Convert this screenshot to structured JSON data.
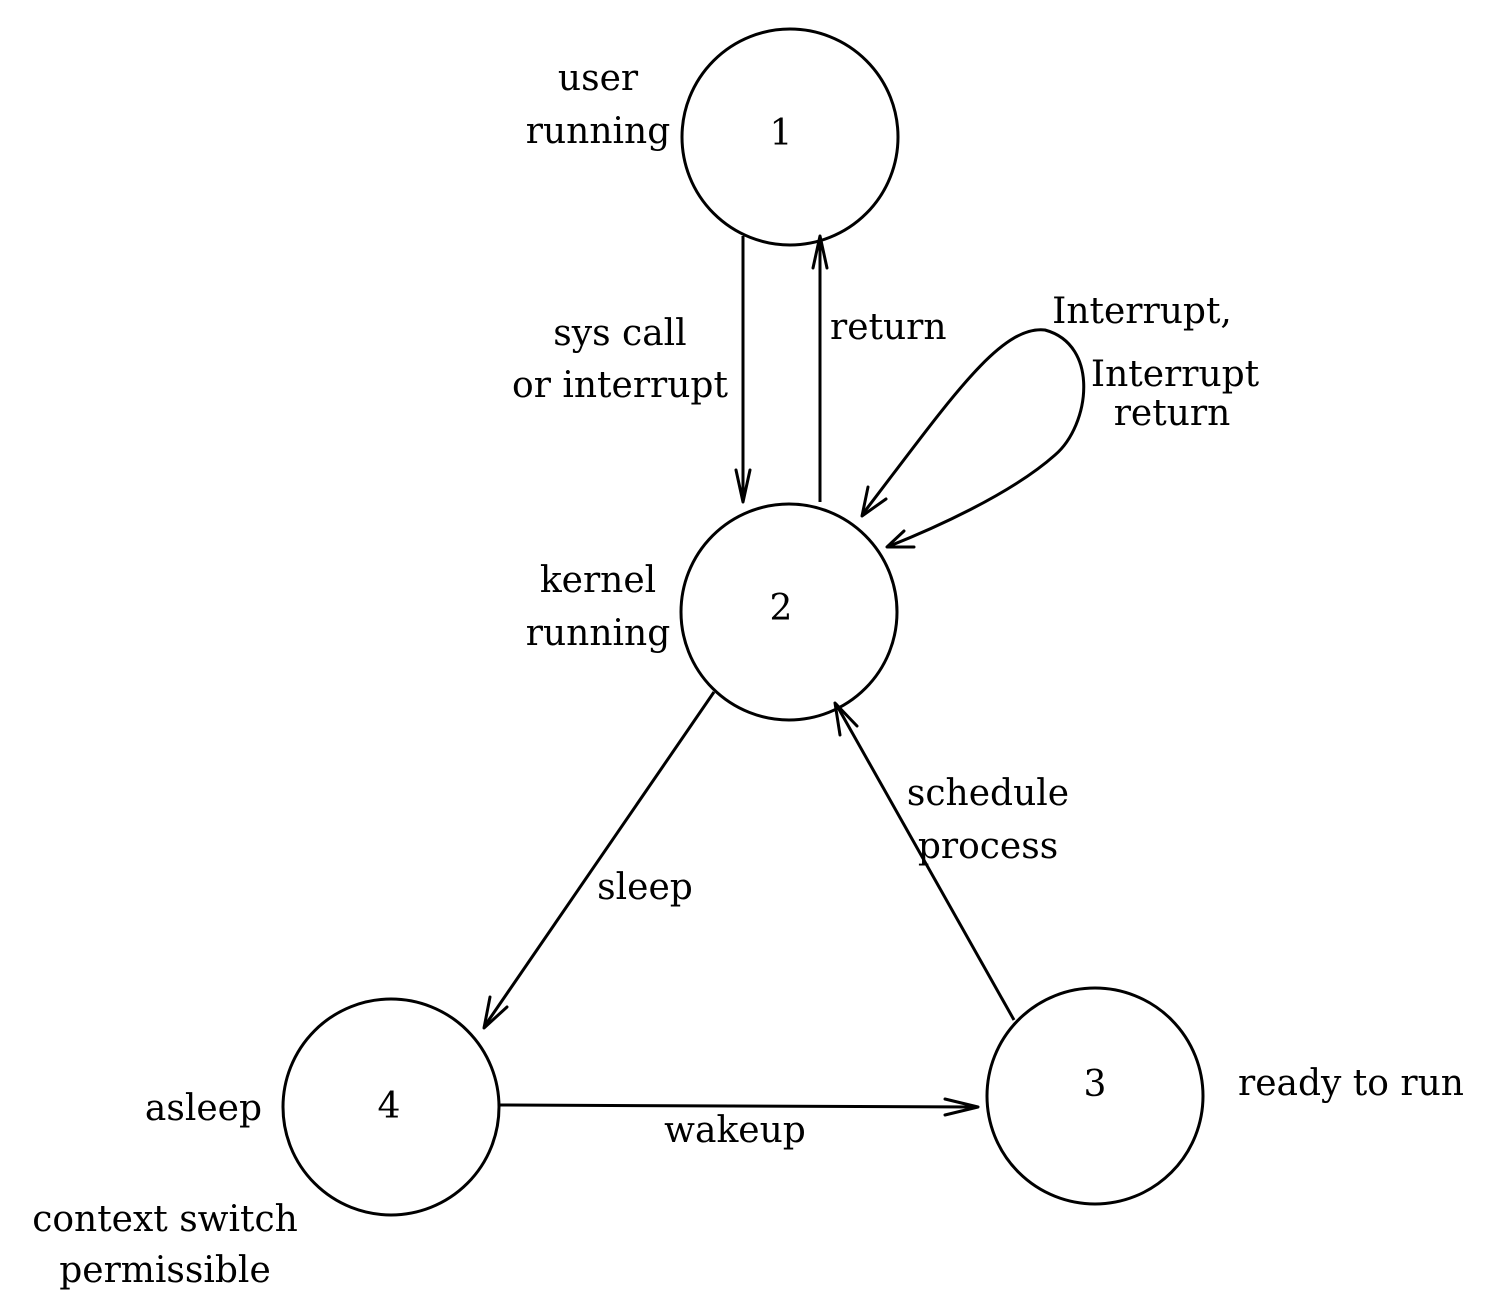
{
  "states": [
    {
      "id": "1",
      "number": "1",
      "label_lines": [
        "user",
        "running"
      ]
    },
    {
      "id": "2",
      "number": "2",
      "label_lines": [
        "kernel",
        "running"
      ]
    },
    {
      "id": "3",
      "number": "3",
      "label_lines": [
        "ready to run"
      ]
    },
    {
      "id": "4",
      "number": "4",
      "label_lines": [
        "asleep"
      ]
    }
  ],
  "transitions": [
    {
      "from": "1",
      "to": "2",
      "label_lines": [
        "sys call",
        "or interrupt"
      ]
    },
    {
      "from": "2",
      "to": "1",
      "label_lines": [
        "return"
      ]
    },
    {
      "from": "2",
      "to": "2",
      "label_lines": [
        "Interrupt,",
        "Interrupt",
        "return"
      ]
    },
    {
      "from": "2",
      "to": "4",
      "label_lines": [
        "sleep"
      ]
    },
    {
      "from": "4",
      "to": "3",
      "label_lines": [
        "wakeup"
      ]
    },
    {
      "from": "3",
      "to": "2",
      "label_lines": [
        "schedule",
        "process"
      ]
    }
  ],
  "note": [
    "context switch",
    "permissible"
  ]
}
